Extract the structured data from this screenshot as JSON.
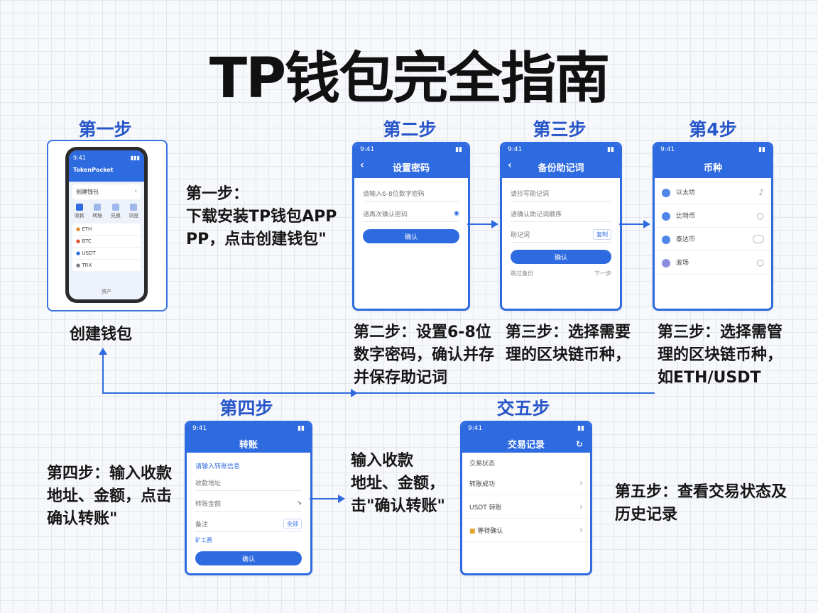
{
  "title": "TP钱包完全指南",
  "steps": {
    "s1": {
      "heading": "第一步",
      "bottom_label": "创建钱包"
    },
    "s2": {
      "heading": "第二步"
    },
    "s3": {
      "heading": "第三步"
    },
    "s4": {
      "heading": "第4步"
    },
    "s5": {
      "heading": "第四步"
    },
    "s6": {
      "heading": "交五步"
    }
  },
  "captions": {
    "c1": [
      "第一步：",
      "下载安装TP钱包APP",
      "PP，点击创建钱包\""
    ],
    "c2": [
      "第二步：设置6-8位",
      "数字密码，确认并存",
      "并保存助记词"
    ],
    "c3": [
      "第三步：选择需要",
      "理的区块链币种，",
      ""
    ],
    "c4": [
      "第三步：选择需管",
      "理的区块链币种，",
      "如ETH/USDT"
    ],
    "c5": [
      "第四步：输入收款",
      "地址、金额，点击",
      "确认转账\""
    ],
    "c6": [
      "输入收款",
      "地址、金额，",
      "击\"确认转账\""
    ],
    "c7": [
      "第五步：查看交易状态及",
      "历史记录"
    ]
  },
  "phone1": {
    "time": "9:41",
    "header": "TokenPocket",
    "card_title": "创建钱包",
    "icons": [
      "收款",
      "转账",
      "兑换",
      "浏览"
    ],
    "list": [
      "ETH",
      "BTC",
      "USDT",
      "TRX"
    ],
    "footer": "资产"
  },
  "screen2": {
    "status_time": "9:41",
    "title": "设置密码",
    "field1": "请输入6-8位数字密码",
    "field2": "请再次确认密码",
    "button": "确认",
    "footer_left": "",
    "footer_right": ""
  },
  "screen3": {
    "status_time": "9:41",
    "title": "备份助记词",
    "field1": "请抄写助记词",
    "field2": "请确认助记词顺序",
    "field3": "助记词",
    "tag": "复制",
    "button": "确认",
    "footer_left": "跳过备份",
    "footer_right": "下一步"
  },
  "screen4": {
    "status_time": "9:41",
    "title": "币种",
    "rows": [
      "以太坊",
      "比特币",
      "泰达币",
      "波场"
    ]
  },
  "screen5": {
    "status_time": "9:41",
    "title": "转账",
    "label": "请输入转账信息",
    "field1": "收款地址",
    "field2": "转账金额",
    "field3": "备注",
    "tag": "全部",
    "note": "矿工费",
    "button": "确认"
  },
  "screen6": {
    "status_time": "9:41",
    "title": "交易记录",
    "label": "交易状态",
    "rows": [
      "转账成功",
      "USDT 转账",
      "等待确认"
    ]
  },
  "colors": {
    "accent": "#2f6be0",
    "heading": "#2756c9",
    "text": "#161616"
  }
}
